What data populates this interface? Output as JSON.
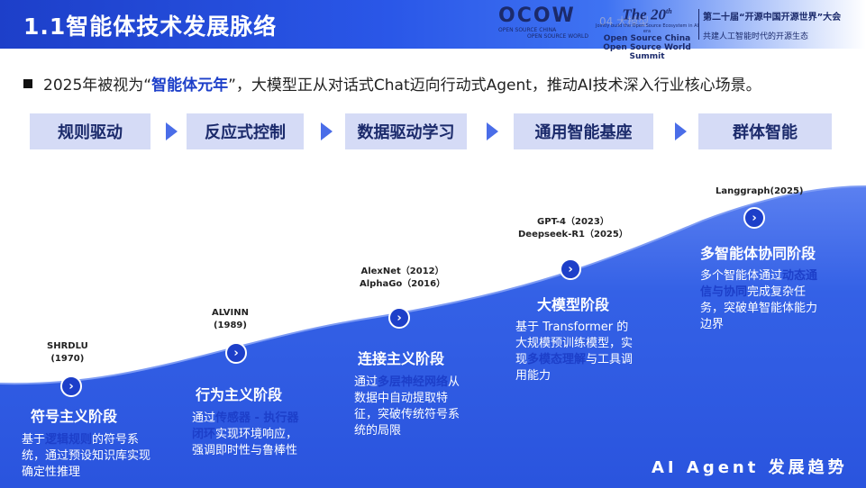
{
  "header": {
    "title": "1.1智能体技术发展脉络",
    "logo": "OCOW",
    "logo_sub1": "OPEN SOURCE CHINA",
    "logo_sub2": "OPEN SOURCE WORLD",
    "page_ghost": "04 大模型",
    "summit_prefix": "The 20",
    "summit_suffix": "th",
    "summit_line1": "Open Source China",
    "summit_line2": "Open Source World Summit",
    "summit_tiny": "Jointly build the Open Source Ecosystem in AI era",
    "conf_cn": "第二十届“开源中国开源世界”大会",
    "conf_sub": "共建人工智能时代的开源生态"
  },
  "intro": {
    "before": "2025年被视为“",
    "highlight": "智能体元年",
    "after": "”，大模型正从对话式Chat迈向行动式Agent，推动AI技术深入行业核心场景。"
  },
  "stages": [
    "规则驱动",
    "反应式控制",
    "数据驱动学习",
    "通用智能基座",
    "群体智能"
  ],
  "phases": [
    {
      "milestone_line1": "SHRDLU",
      "milestone_line2": "(1970)",
      "title": "符号主义阶段",
      "desc_a": "基于",
      "desc_hl": "逻辑规则",
      "desc_b": "的符号系统，通过预设知识库实现确定性推理"
    },
    {
      "milestone_line1": "ALVINN",
      "milestone_line2": "(1989)",
      "title": "行为主义阶段",
      "desc_a": "通过",
      "desc_hl": "传感器 - 执行器闭环",
      "desc_b": "实现环境响应，强调即时性与鲁棒性"
    },
    {
      "milestone_line1": "AlexNet（2012）",
      "milestone_line2": "AlphaGo（2016）",
      "title": "连接主义阶段",
      "desc_a": "通过",
      "desc_hl": "多层神经网络",
      "desc_b": "从数据中自动提取特征，突破传统符号系统的局限"
    },
    {
      "milestone_line1": "GPT-4（2023）",
      "milestone_line2": "Deepseek-R1（2025）",
      "title": "大模型阶段",
      "desc_a": "基于 Transformer 的大规模预训练模型，实现",
      "desc_hl": "多模态理解",
      "desc_b": "与工具调用能力"
    },
    {
      "milestone_line1": "Langgraph(2025)",
      "milestone_line2": "",
      "title": "多智能体协同阶段",
      "desc_a": "多个智能体通过",
      "desc_hl": "动态通信与协同",
      "desc_b": "完成复杂任务，突破单智能体能力边界"
    }
  ],
  "node_glyph": "›",
  "trend_label": "AI Agent 发展趋势",
  "colors": {
    "primary": "#1d3fc9",
    "curve_fill": "#3461e6",
    "stage_bg": "#d5dbf6",
    "arrow": "#4a6de8"
  }
}
